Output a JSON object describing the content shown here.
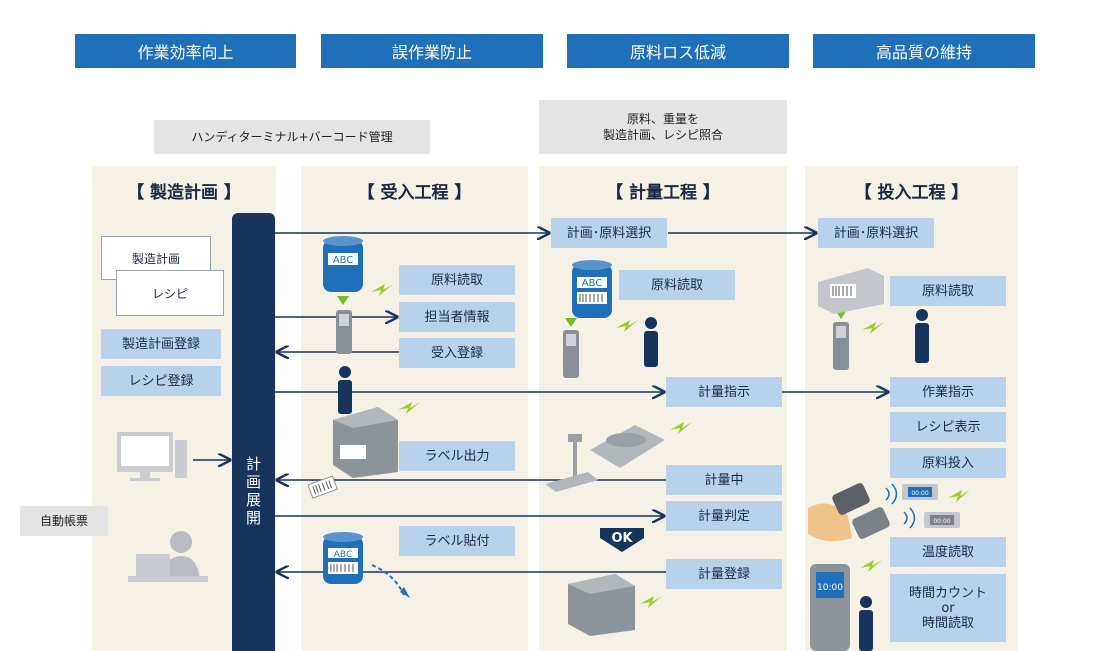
{
  "goals": [
    "作業効率向上",
    "誤作業防止",
    "原料ロス低減",
    "高品質の維持"
  ],
  "notes": {
    "handy": "ハンディターミナル+バーコード管理",
    "collation_1": "原料、重量を",
    "collation_2": "製造計画、レシピ照合",
    "auto_report": "自動帳票"
  },
  "columns": {
    "plan": "【 製造計画 】",
    "receive": "【 受入工程 】",
    "weigh": "【 計量工程 】",
    "input": "【 投入工程 】"
  },
  "plan_docs": {
    "doc1": "製造計画",
    "doc2": "レシピ"
  },
  "plan_boxes": {
    "register_plan": "製造計画登録",
    "register_recipe": "レシピ登録"
  },
  "spine_label": [
    "計",
    "画",
    "展",
    "開"
  ],
  "receive_boxes": {
    "read_material": "原料読取",
    "operator_info": "担当者情報",
    "receive_register": "受入登録",
    "label_print": "ラベル出力",
    "label_attach": "ラベル貼付"
  },
  "weigh_boxes": {
    "select": "計画･原料選択",
    "read_material": "原料読取",
    "instruction": "計量指示",
    "weighing": "計量中",
    "judgement": "計量判定",
    "register": "計量登録"
  },
  "input_boxes": {
    "select": "計画･原料選択",
    "read_material": "原料読取",
    "work_instruction": "作業指示",
    "recipe_display": "レシピ表示",
    "material_input": "原料投入",
    "temp_read": "温度読取",
    "time_count_1": "時間カウント",
    "time_count_2": "or",
    "time_count_3": "時間読取"
  },
  "badges": {
    "ok": "OK",
    "abc": "ABC",
    "time": "10:00",
    "lcd": "00:00"
  },
  "colors": {
    "goal": "#1f70b8",
    "box": "#b8d2ec",
    "spine": "#17345d",
    "column": "#f5f1e6",
    "bolt": "#9ccc2c",
    "accent_green": "#7ab829"
  }
}
